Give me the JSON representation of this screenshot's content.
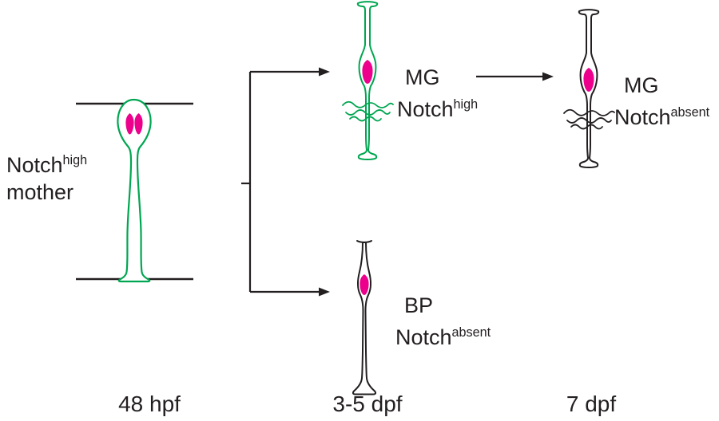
{
  "colors": {
    "green": "#00A651",
    "magenta": "#EC008C",
    "ink": "#231F20"
  },
  "mother": {
    "notch": "Notch",
    "level": "high",
    "role": "mother"
  },
  "mg_early": {
    "name": "MG",
    "notch": "Notch",
    "level": "high"
  },
  "mg_late": {
    "name": "MG",
    "notch": "Notch",
    "level": "absent"
  },
  "bp": {
    "name": "BP",
    "notch": "Notch",
    "level": "absent"
  },
  "timeline": {
    "stage1": "48 hpf",
    "stage2": "3-5 dpf",
    "stage3": "7 dpf"
  }
}
